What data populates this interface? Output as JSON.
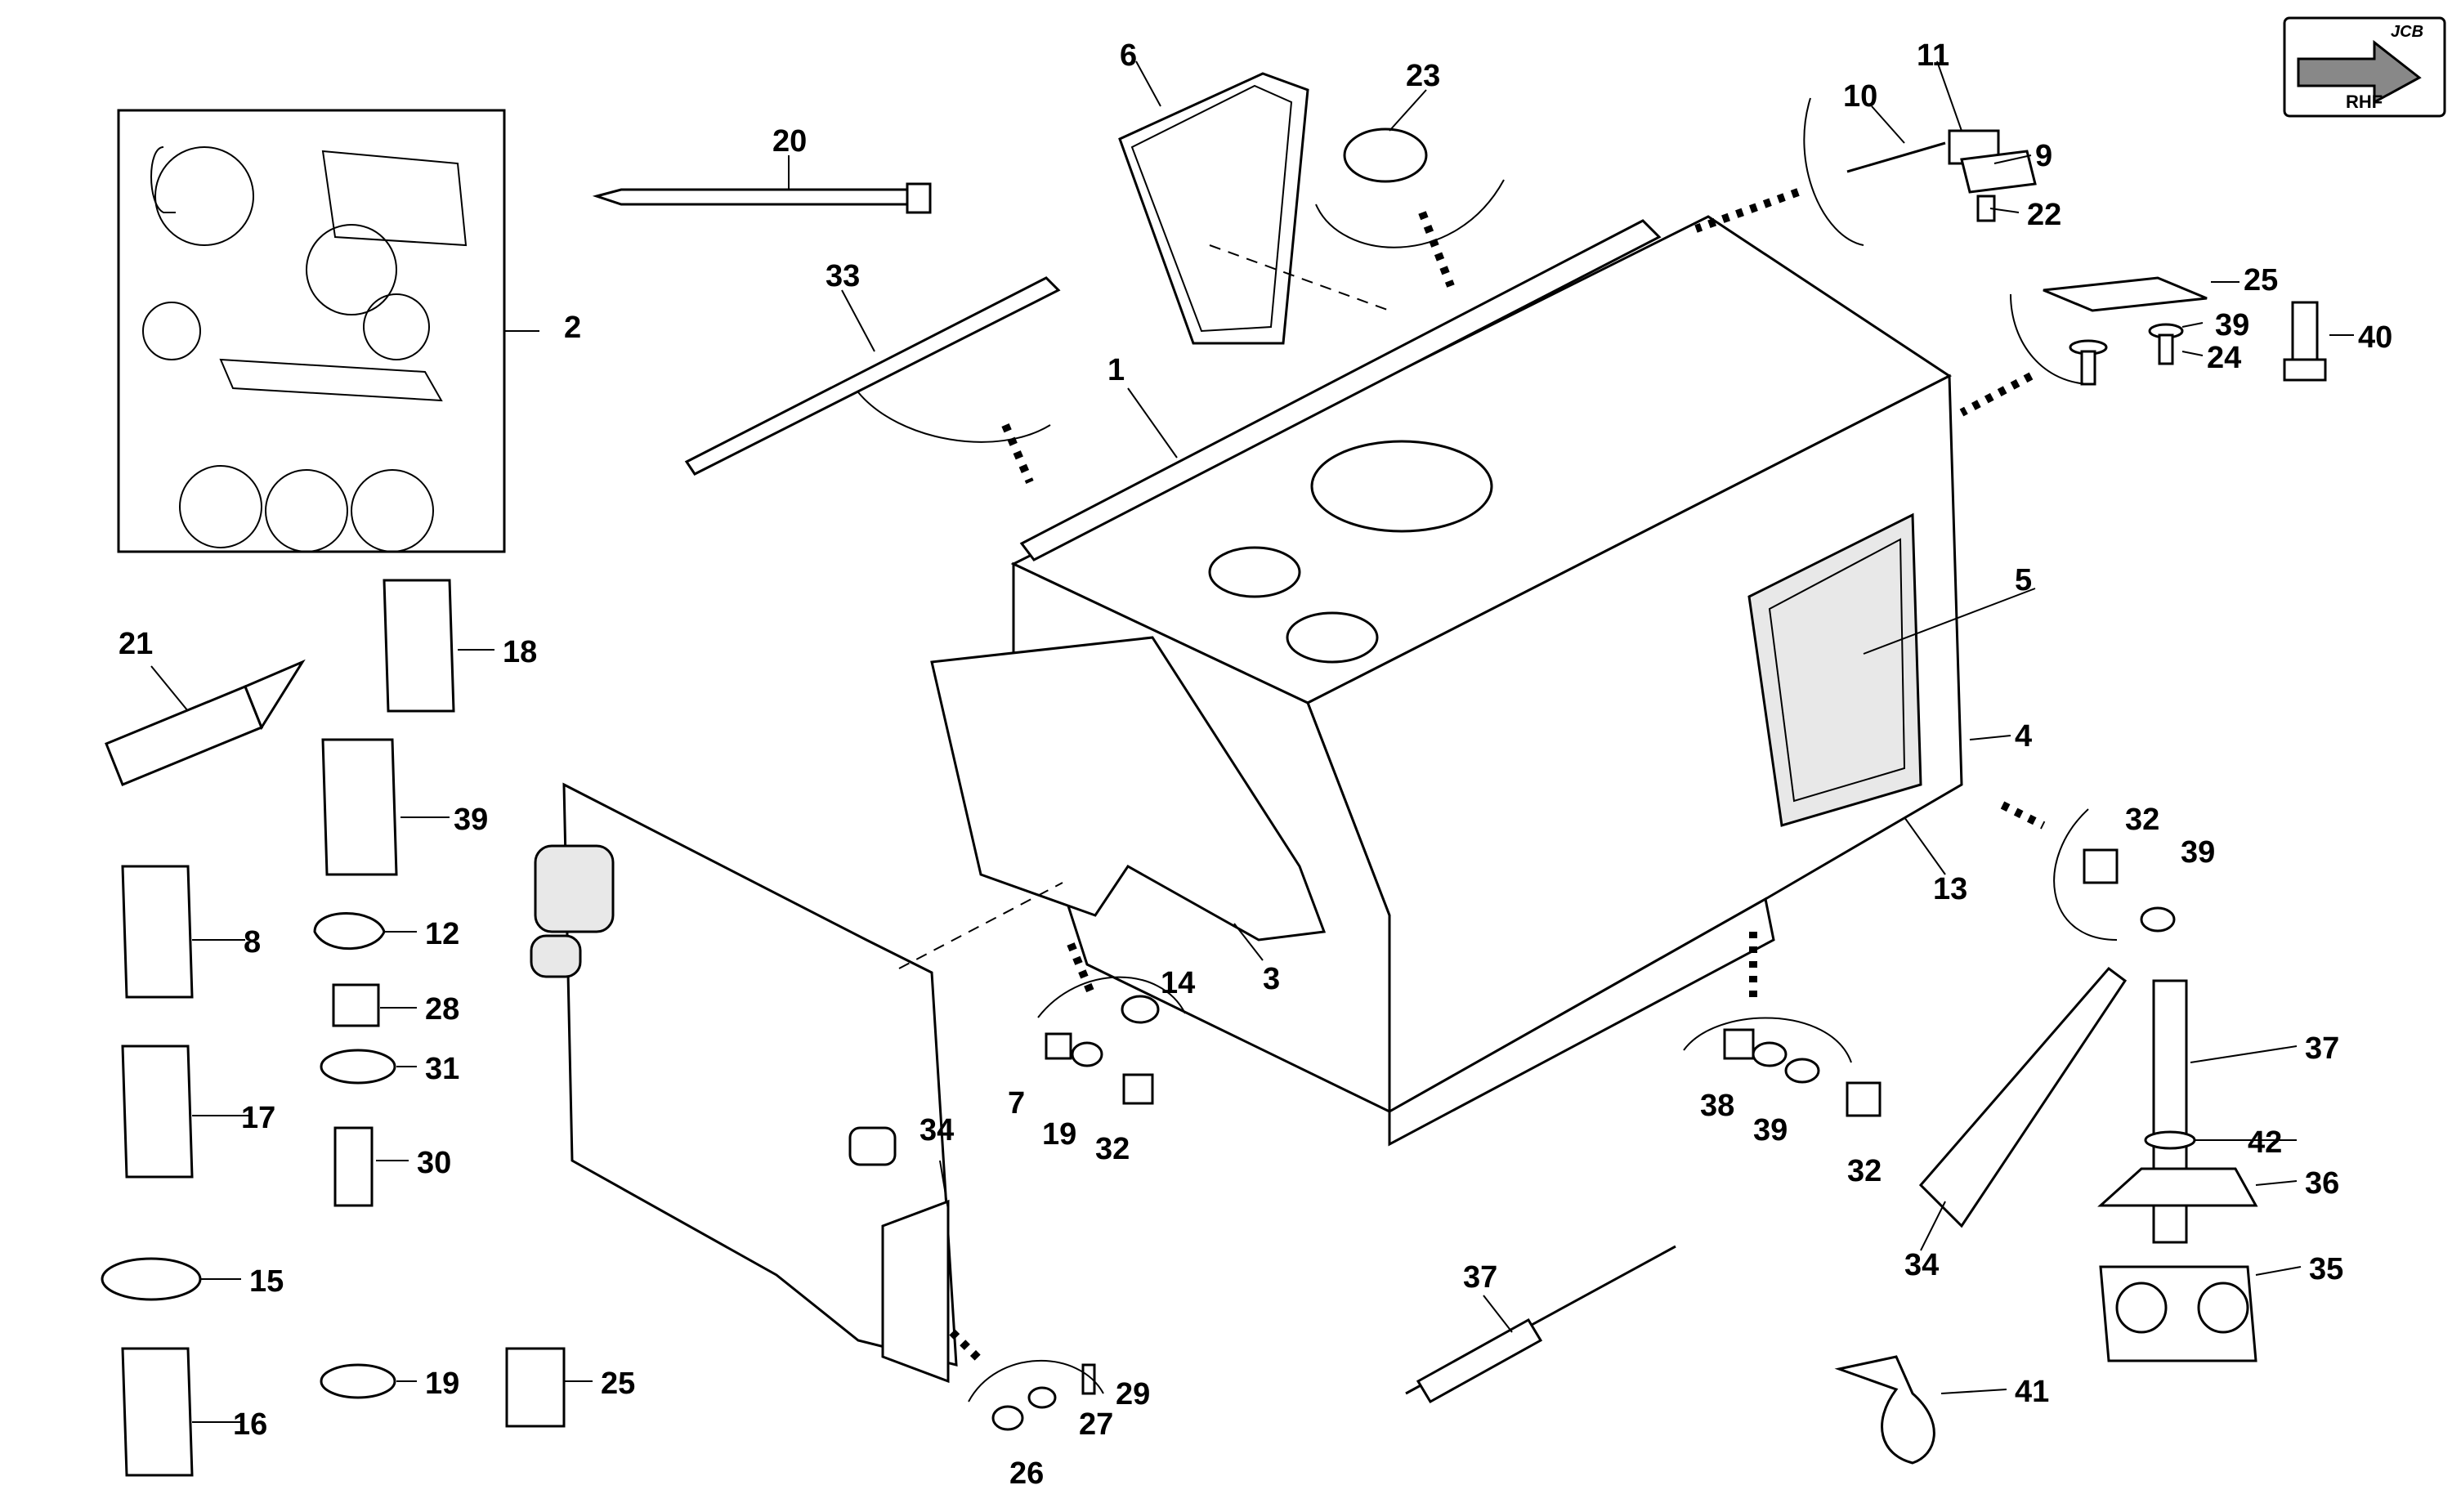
{
  "orientation_badge": {
    "label": "RHF",
    "brand": "JCB"
  },
  "callouts": {
    "c1": "1",
    "c2": "2",
    "c3": "3",
    "c4": "4",
    "c5": "5",
    "c6": "6",
    "c7": "7",
    "c8": "8",
    "c9": "9",
    "c10": "10",
    "c11": "11",
    "c12": "12",
    "c13": "13",
    "c14": "14",
    "c15": "15",
    "c16": "16",
    "c17": "17",
    "c18": "18",
    "c19a": "19",
    "c19b": "19",
    "c20": "20",
    "c21": "21",
    "c22": "22",
    "c23": "23",
    "c24": "24",
    "c25a": "25",
    "c25b": "25",
    "c26": "26",
    "c27": "27",
    "c28": "28",
    "c29": "29",
    "c30": "30",
    "c31": "31",
    "c32a": "32",
    "c32b": "32",
    "c32c": "32",
    "c33": "33",
    "c34a": "34",
    "c34b": "34",
    "c35": "35",
    "c36": "36",
    "c37a": "37",
    "c37b": "37",
    "c38": "38",
    "c39a": "39",
    "c39b": "39",
    "c39c": "39",
    "c39d": "39",
    "c40": "40",
    "c41": "41",
    "c42": "42"
  },
  "colors": {
    "line": "#000000",
    "fill": "#ffffff",
    "shade": "#e8e8e8"
  }
}
